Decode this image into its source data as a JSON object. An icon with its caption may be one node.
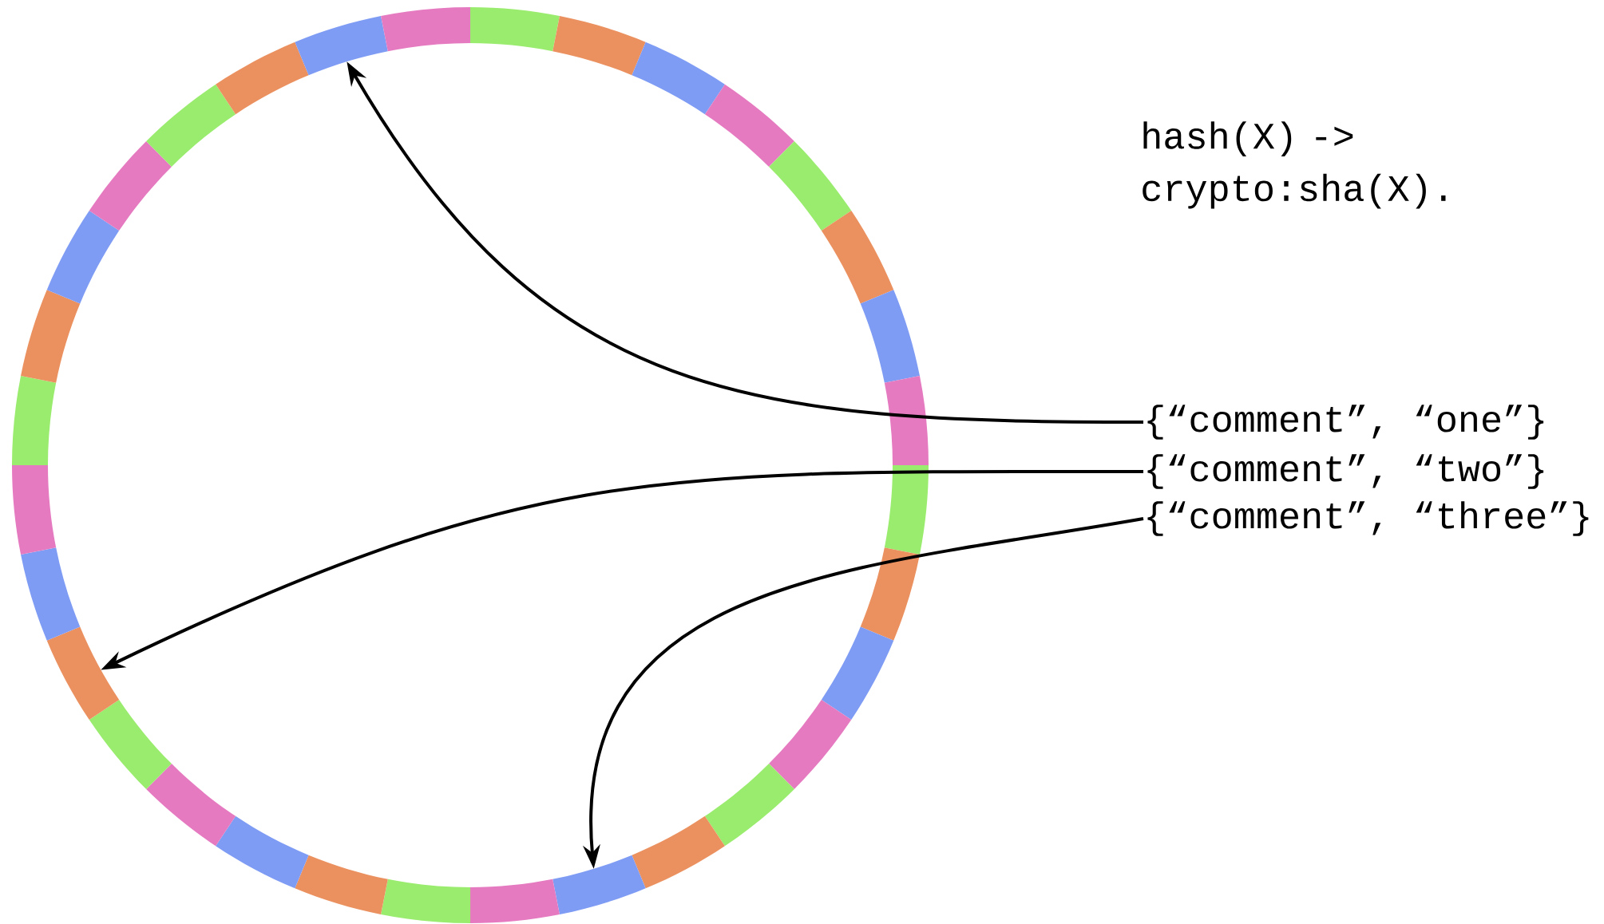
{
  "diagram": {
    "nodes": [
      {
        "text": [
          "{“comment”, “one”}"
        ]
      },
      {
        "text": [
          "{“comment”, “two”}"
        ]
      },
      {
        "text": [
          "{“comment”, “three”}"
        ]
      },
      {
        "text": [],
        "shape": "circle"
      }
    ],
    "edges": [
      {
        "from": 0,
        "to": 3,
        "arrow": "to"
      },
      {
        "from": 1,
        "to": 3,
        "arrow": "to"
      },
      {
        "from": 2,
        "to": 3,
        "arrow": "to"
      }
    ],
    "labels": [
      "hash(X) -> crypto:sha(X)."
    ]
  }
}
